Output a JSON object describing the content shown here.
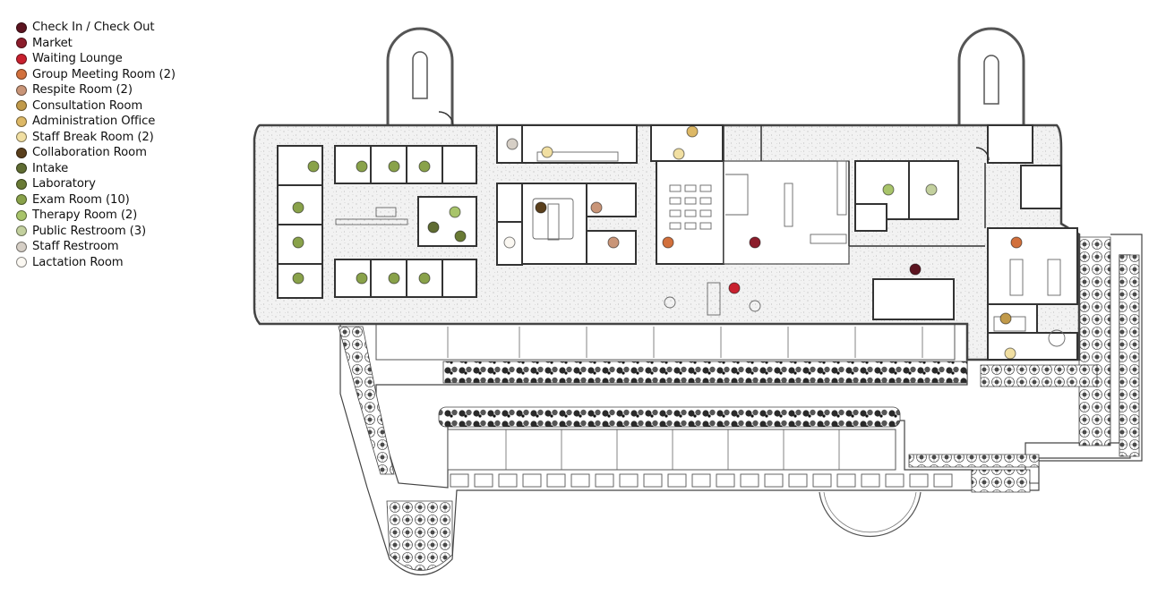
{
  "legend": {
    "items": [
      {
        "label": "Check In / Check Out",
        "color": "#5c1420"
      },
      {
        "label": "Market",
        "color": "#8c1d2b"
      },
      {
        "label": "Waiting Lounge",
        "color": "#c8202e"
      },
      {
        "label": "Group Meeting Room (2)",
        "color": "#d2703c"
      },
      {
        "label": "Respite Room (2)",
        "color": "#c99578"
      },
      {
        "label": "Consultation Room",
        "color": "#c19a4a"
      },
      {
        "label": "Administration Office",
        "color": "#ddb866"
      },
      {
        "label": "Staff Break Room (2)",
        "color": "#f1dfa2"
      },
      {
        "label": "Collaboration Room",
        "color": "#5a3f1c"
      },
      {
        "label": "Intake",
        "color": "#5f6c32"
      },
      {
        "label": "Laboratory",
        "color": "#697a34"
      },
      {
        "label": "Exam Room (10)",
        "color": "#89a24a"
      },
      {
        "label": "Therapy Room (2)",
        "color": "#a8c46a"
      },
      {
        "label": "Public Restroom (3)",
        "color": "#c3d09e"
      },
      {
        "label": "Staff Restroom",
        "color": "#d6cfc6"
      },
      {
        "label": "Lactation Room",
        "color": "#fbf8f2"
      }
    ]
  }
}
